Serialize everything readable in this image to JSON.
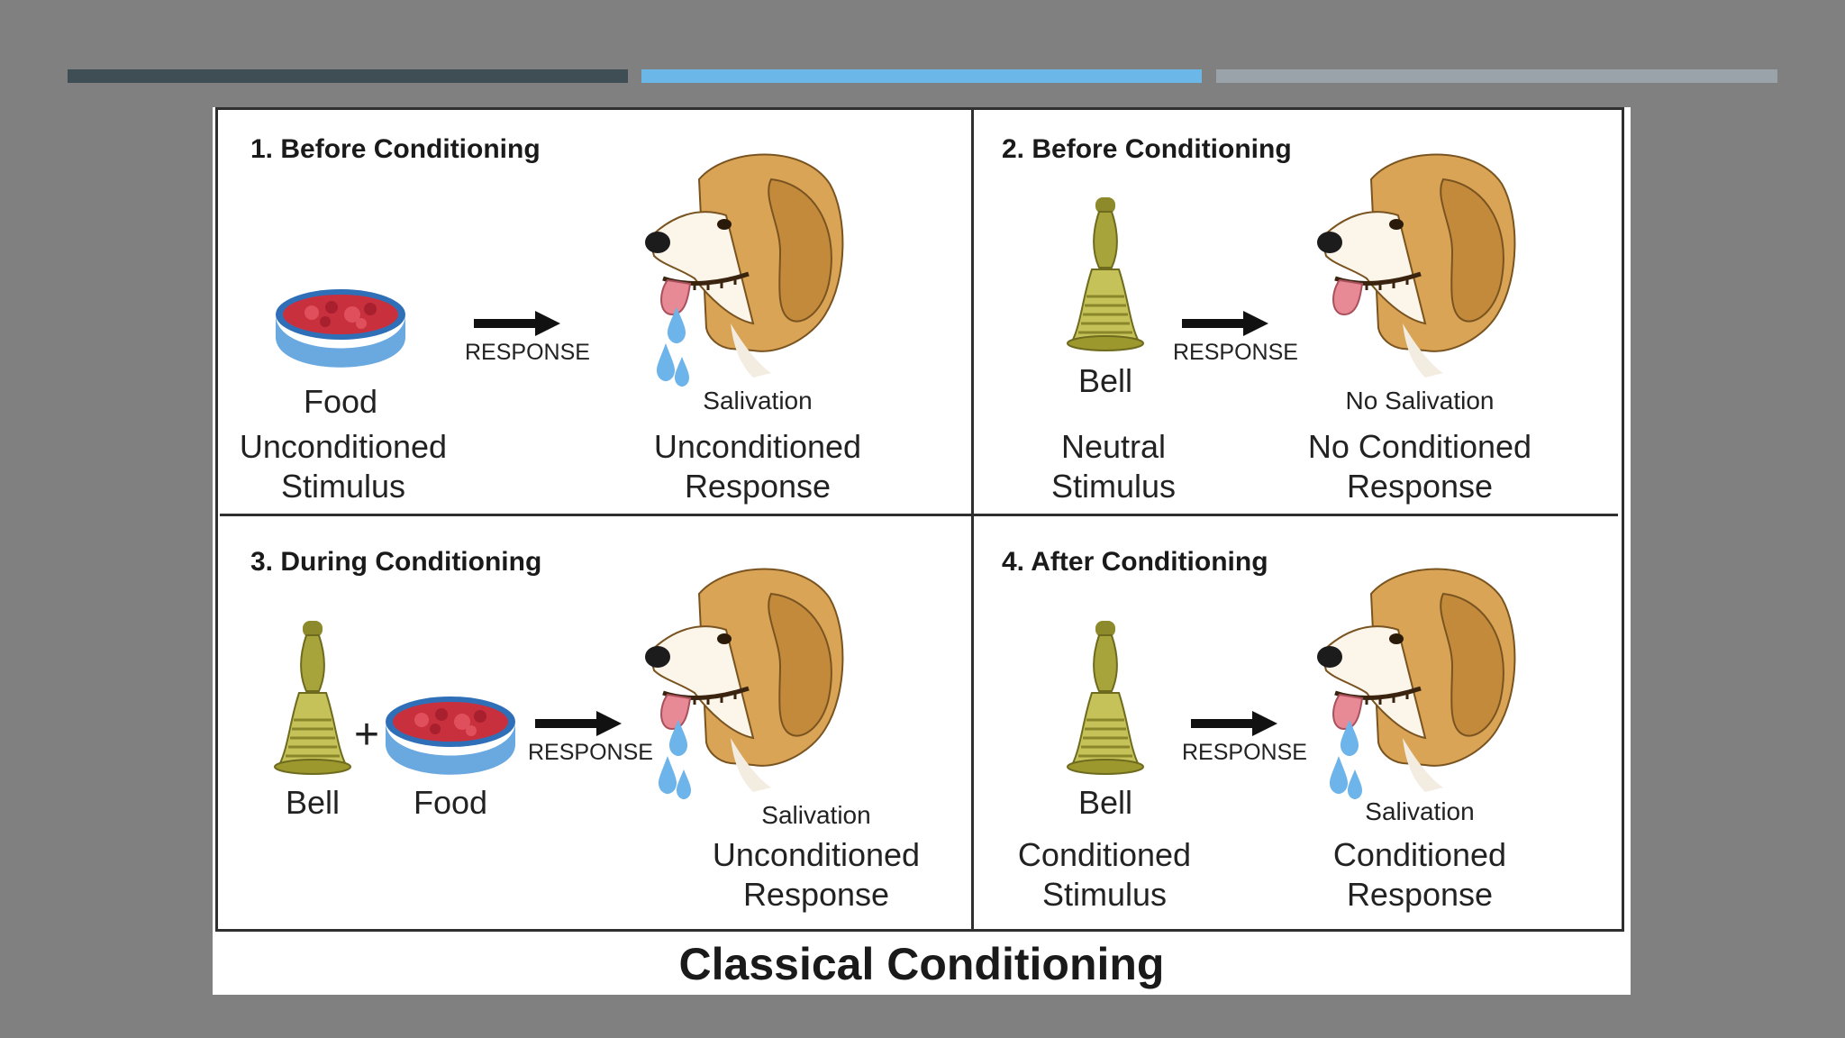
{
  "diagram": {
    "title": "Classical Conditioning",
    "panels": [
      {
        "title": "1. Before Conditioning",
        "stimulus_label": "Food",
        "stimulus_type": [
          "Unconditioned",
          "Stimulus"
        ],
        "arrow_label": "RESPONSE",
        "response_label": "Salivation",
        "response_type": [
          "Unconditioned",
          "Response"
        ]
      },
      {
        "title": "2. Before Conditioning",
        "stimulus_label": "Bell",
        "stimulus_type": [
          "Neutral",
          "Stimulus"
        ],
        "arrow_label": "RESPONSE",
        "response_label": "No Salivation",
        "response_type": [
          "No Conditioned",
          "Response"
        ]
      },
      {
        "title": "3. During Conditioning",
        "stimulus_label": "Bell",
        "stimulus_label_2": "Food",
        "plus": "+",
        "arrow_label": "RESPONSE",
        "response_label": "Salivation",
        "response_type": [
          "Unconditioned",
          "Response"
        ]
      },
      {
        "title": "4. After Conditioning",
        "stimulus_label": "Bell",
        "stimulus_type": [
          "Conditioned",
          "Stimulus"
        ],
        "arrow_label": "RESPONSE",
        "response_label": "Salivation",
        "response_type": [
          "Conditioned",
          "Response"
        ]
      }
    ]
  },
  "colors": {
    "background": "#808080",
    "bar_dark": "#3e4e54",
    "bar_blue": "#6bb7e8",
    "bar_gray": "#9aa3a9",
    "dog_fur": "#d9a456",
    "bell": "#a8a43c",
    "bowl": "#6aa8e0",
    "food": "#d23a48",
    "drool": "#6cb4ea"
  },
  "icons": [
    "food-bowl-icon",
    "bell-icon",
    "dog-head-icon",
    "arrow-right-icon",
    "drool-drops-icon"
  ]
}
